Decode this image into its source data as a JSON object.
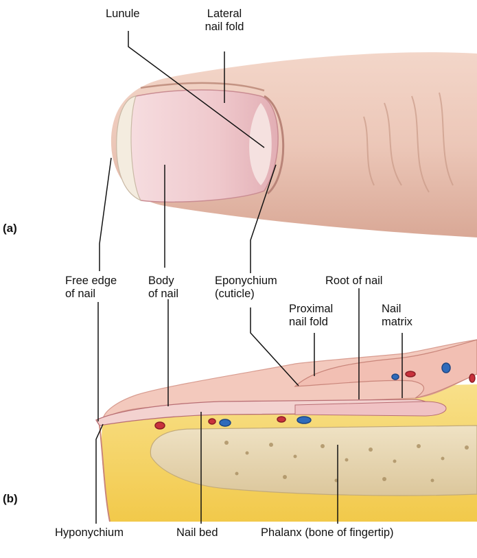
{
  "panels": {
    "a": "(a)",
    "b": "(b)"
  },
  "labels": {
    "lunule": "Lunule",
    "lateral_nail_fold": [
      "Lateral",
      "nail fold"
    ],
    "free_edge": [
      "Free edge",
      "of nail"
    ],
    "body_of_nail": [
      "Body",
      "of nail"
    ],
    "eponychium": [
      "Eponychium",
      "(cuticle)"
    ],
    "root_of_nail": "Root of nail",
    "proximal_nail_fold": [
      "Proximal",
      "nail fold"
    ],
    "nail_matrix": [
      "Nail",
      "matrix"
    ],
    "hyponychium": "Hyponychium",
    "nail_bed": "Nail bed",
    "phalanx": "Phalanx (bone of fingertip)"
  },
  "colors": {
    "skin": "#ecc7b8",
    "nail": "#efc8cc",
    "nail_free_edge": "#f4ecdf",
    "fat": "#f5d55a",
    "bone": "#e7d7b4",
    "dermis": "#f3c9bd",
    "artery": "#c8323c",
    "vein": "#2f6bbb",
    "leader_line": "#111111"
  }
}
